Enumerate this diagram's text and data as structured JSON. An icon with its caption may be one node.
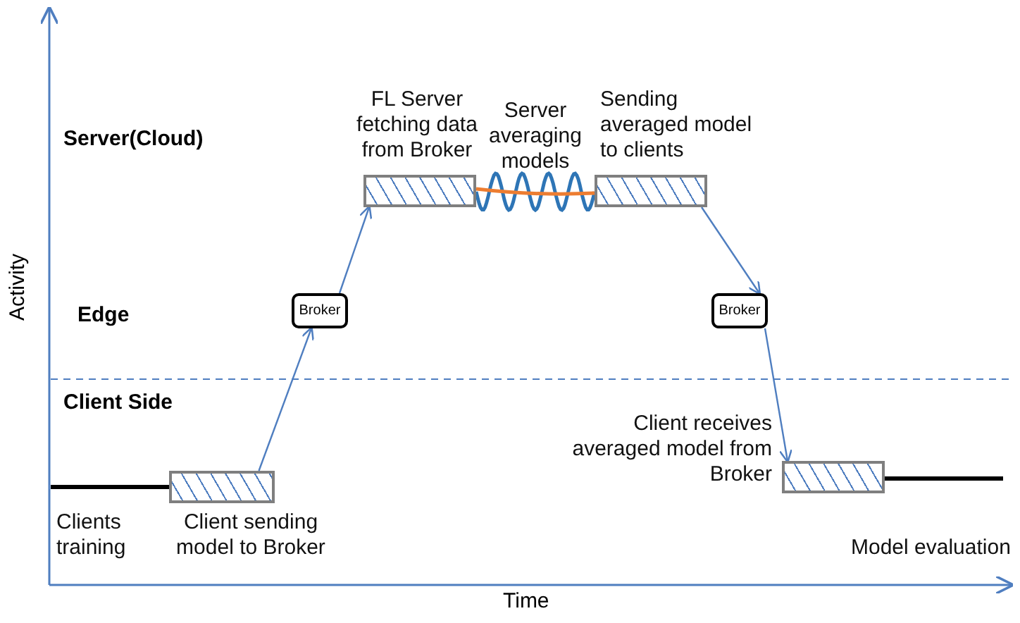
{
  "diagram": {
    "nodes": [
      {
        "text": [],
        "shape": "bar",
        "beside": [
          "Clients training"
        ]
      },
      {
        "text": [],
        "shape": "box",
        "beside": [
          "Client sending model to Broker"
        ]
      },
      {
        "text": [
          "Broker"
        ]
      },
      {
        "text": [],
        "shape": "box",
        "beside": [
          "FL Server fetching data from Broker"
        ]
      },
      {
        "text": [],
        "shape": "picture",
        "beside": [
          "Server averaging models"
        ]
      },
      {
        "text": [],
        "shape": "box",
        "beside": [
          "Sending averaged model to clients"
        ]
      },
      {
        "text": [
          "Broker"
        ]
      },
      {
        "text": [],
        "shape": "box",
        "beside": [
          "Client receives averaged model from Broker"
        ]
      },
      {
        "text": [],
        "shape": "bar",
        "beside": [
          "Model evaluation"
        ]
      }
    ],
    "edges": [
      {
        "from": 1,
        "to": 2,
        "arrow": "to"
      },
      {
        "from": 2,
        "to": 3,
        "arrow": "to"
      },
      {
        "from": 5,
        "to": 6,
        "arrow": "to"
      },
      {
        "from": 6,
        "to": 7,
        "arrow": "to"
      }
    ],
    "labels": [
      "Activity",
      "Server(Cloud)",
      "Edge",
      "Client Side",
      "Time"
    ]
  }
}
